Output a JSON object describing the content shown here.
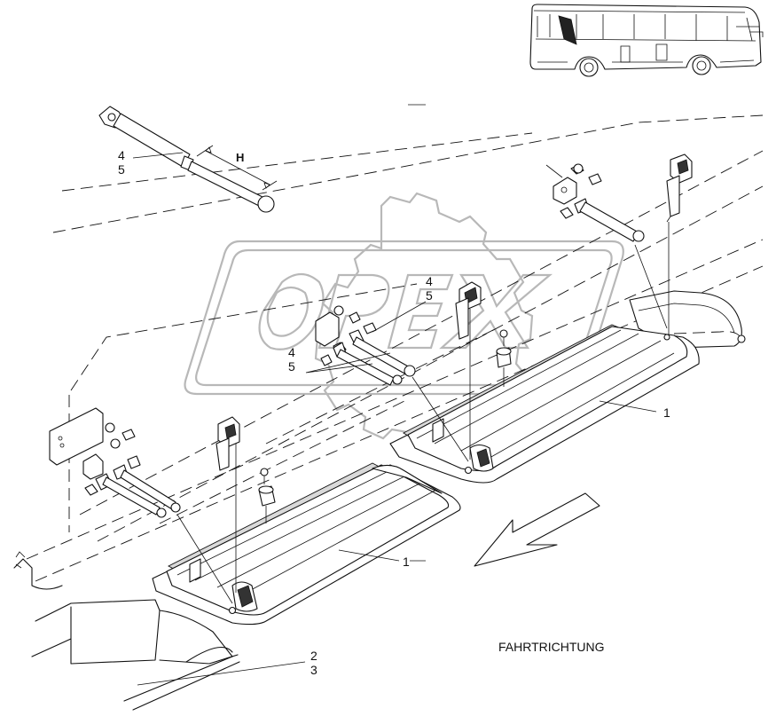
{
  "diagram": {
    "labels": {
      "gas_spring_top_4": "4",
      "gas_spring_top_5": "5",
      "stroke_dimension": "H",
      "center_part_4": "4",
      "center_part_5": "5",
      "center_lower_4": "4",
      "center_lower_5": "5",
      "tray_right": "1",
      "tray_left": "1",
      "floor_2": "2",
      "floor_3": "3",
      "direction": "FAHRTRICHTUNG"
    },
    "icons": [
      "bus-thumbnail-icon",
      "direction-arrow-icon",
      "gas-spring-icon",
      "hinge-bracket-icon",
      "screw-icon",
      "rubber-buffer-icon"
    ]
  }
}
